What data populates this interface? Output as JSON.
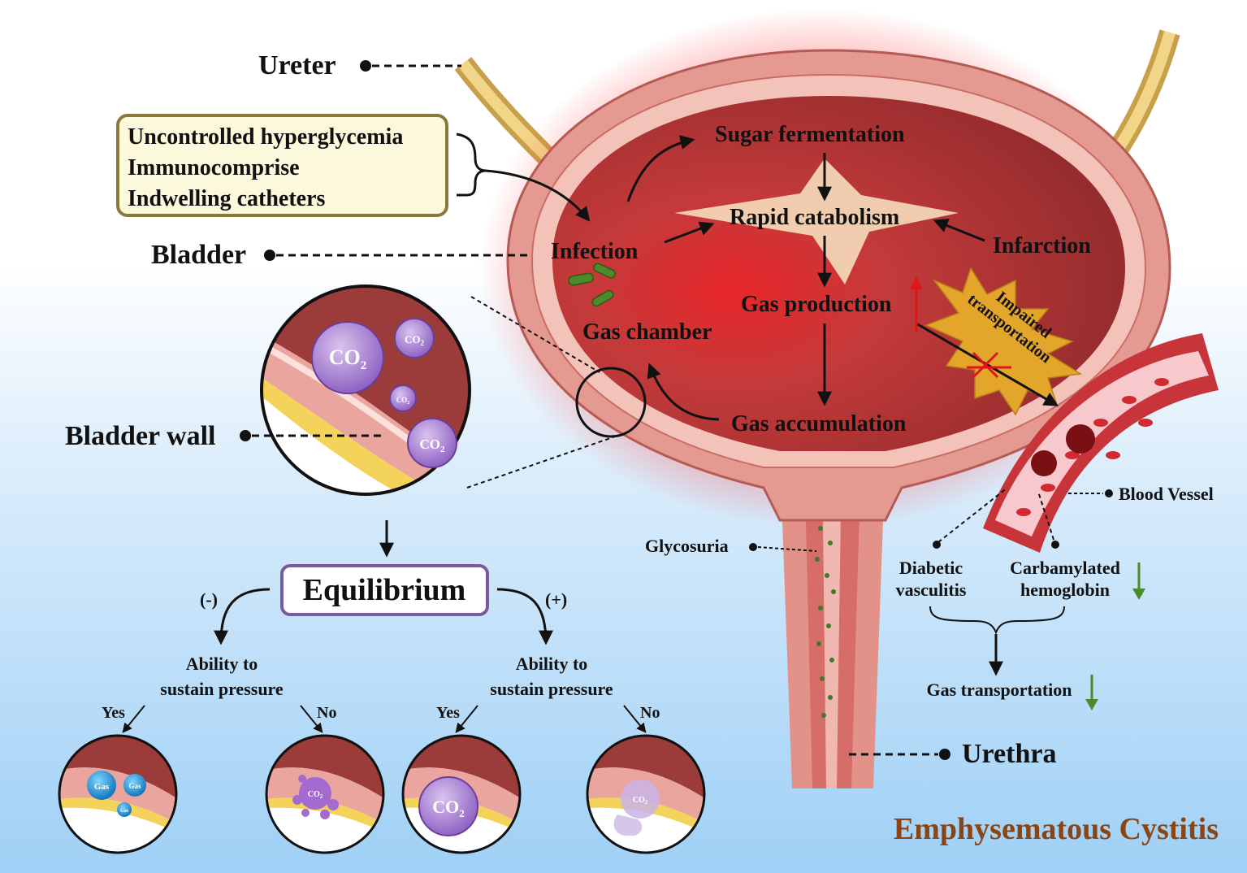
{
  "title": "Emphysematous Cystitis",
  "anatomy": {
    "ureter": "Ureter",
    "bladder": "Bladder",
    "bladder_wall": "Bladder wall",
    "urethra": "Urethra",
    "blood_vessel": "Blood Vessel",
    "glycosuria": "Glycosuria"
  },
  "risk_factors": [
    "Uncontrolled hyperglycemia",
    "Immunocomprise",
    "Indwelling catheters"
  ],
  "process": {
    "infection": "Infection",
    "sugar_fermentation": "Sugar fermentation",
    "rapid_catabolism": "Rapid catabolism",
    "infarction": "Infarction",
    "gas_production": "Gas production",
    "gas_chamber": "Gas chamber",
    "gas_accumulation": "Gas accumulation",
    "impaired_line1": "Impaired",
    "impaired_line2": "transportation"
  },
  "vascular": {
    "diabetic_line1": "Diabetic",
    "diabetic_line2": "vasculitis",
    "carb_line1": "Carbamylated",
    "carb_line2": "hemoglobin",
    "gas_transport": "Gas transportation"
  },
  "equilibrium": {
    "label": "Equilibrium",
    "neg": "(-)",
    "pos": "(+)",
    "ability_line1": "Ability to",
    "ability_line2": "sustain pressure",
    "yes": "Yes",
    "no": "No"
  },
  "bubbles": {
    "co2": "CO",
    "sub": "2",
    "gas": "Gas"
  },
  "colors": {
    "title": "#8b4513",
    "arrow_up": "#e0141b",
    "arrow_down": "#4b8a2a",
    "box_border": "#8a7a3a",
    "box_fill": "#fbf8dc",
    "eq_border": "#7a5a9a"
  }
}
